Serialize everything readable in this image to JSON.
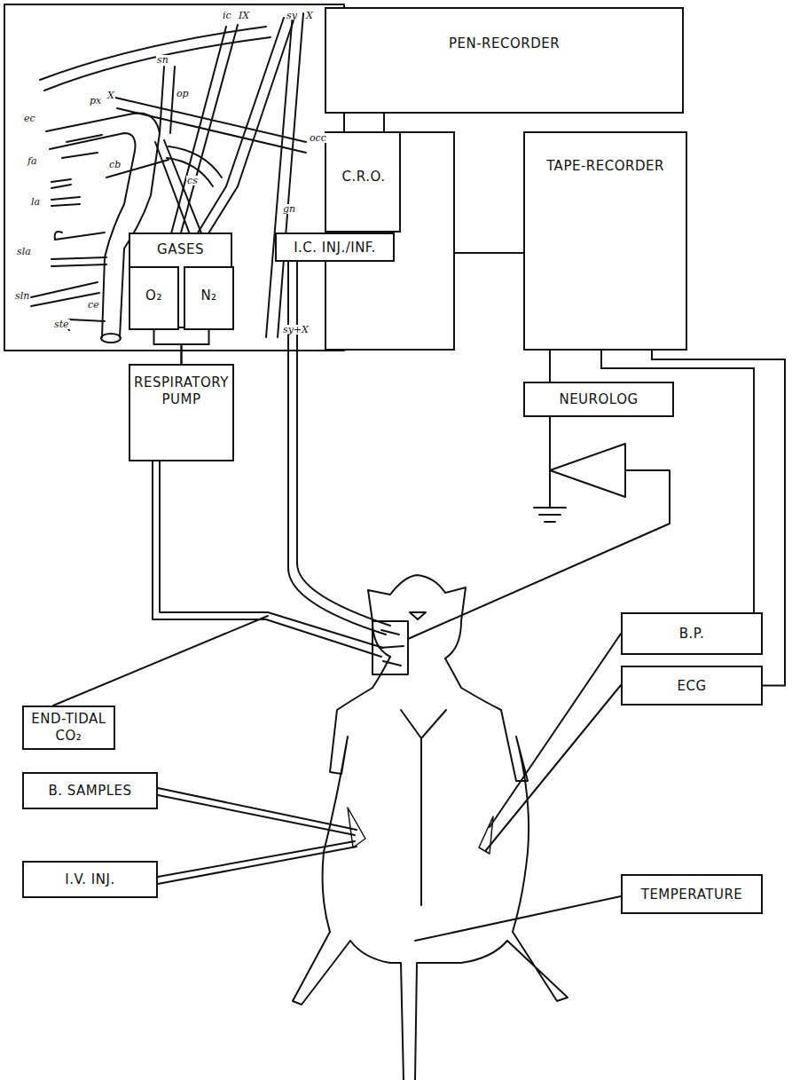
{
  "diagram": {
    "nodes": [
      {
        "text": [
          "PEN-RECORDER"
        ]
      },
      {
        "text": [
          "C.R.O."
        ]
      },
      {
        "text": [
          "TAPE-RECORDER"
        ]
      },
      {
        "text": [
          "GASES"
        ]
      },
      {
        "text": [
          "O₂"
        ],
        "in": 3
      },
      {
        "text": [
          "N₂"
        ],
        "in": 3
      },
      {
        "text": [
          "I.C. INJ./INF."
        ]
      },
      {
        "text": [
          "NEUROLOG"
        ]
      },
      {
        "text": [
          "RESPIRATORY PUMP"
        ]
      },
      {
        "text": [
          "END-TIDAL CO₂"
        ]
      },
      {
        "text": [
          "B.P."
        ]
      },
      {
        "text": [
          "B. SAMPLES"
        ]
      },
      {
        "text": [
          "ECG"
        ]
      },
      {
        "text": [
          "I.V. INJ."
        ]
      },
      {
        "text": [
          "TEMPERATURE"
        ]
      }
    ],
    "edges": [
      {
        "from": 0,
        "to": 1,
        "arrow": "none"
      },
      {
        "from": 1,
        "to": 2,
        "arrow": "none"
      },
      {
        "from": 2,
        "to": 7,
        "arrow": "none"
      },
      {
        "from": 2,
        "to": 10,
        "arrow": "none"
      },
      {
        "from": 2,
        "to": 12,
        "arrow": "none"
      },
      {
        "from": 4,
        "to": 8,
        "arrow": "none"
      },
      {
        "from": 5,
        "to": 8,
        "arrow": "none"
      }
    ],
    "labels": [
      "ic",
      "IX",
      "sy",
      "X",
      "sn",
      "occ",
      "ec",
      "px",
      "X",
      "op",
      "fa",
      "cb",
      "la",
      "cs",
      "sla",
      "sln",
      "ce",
      "gn",
      "ste",
      "sy+X"
    ]
  }
}
